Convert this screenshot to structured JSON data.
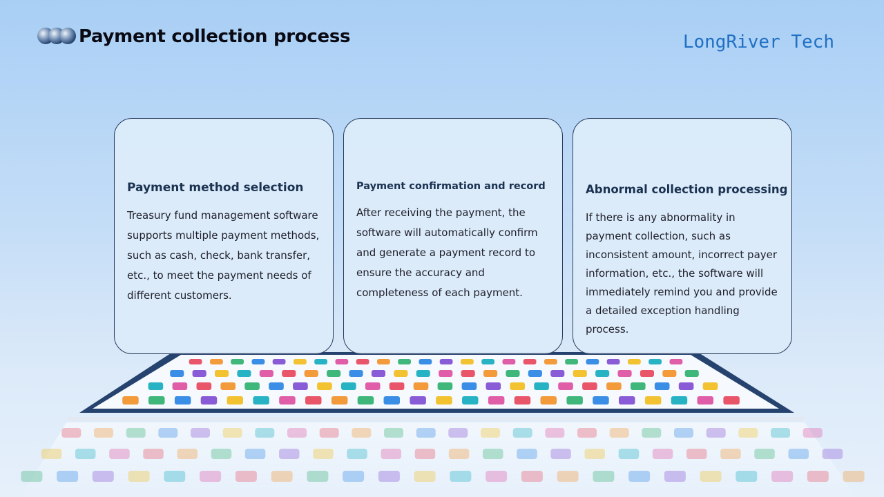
{
  "header": {
    "title": "Payment collection process",
    "brand": "LongRiver Tech"
  },
  "cards": [
    {
      "title": "Payment method selection",
      "body": "Treasury fund management software supports multiple payment methods, such as cash, check, bank transfer, etc., to meet the payment needs of different customers."
    },
    {
      "title": "Payment confirmation and record",
      "body": "After receiving the payment, the software will automatically confirm and generate a payment record to ensure the accuracy and completeness of each payment."
    },
    {
      "title": "Abnormal collection processing",
      "body": "If there is any abnormality in payment collection, such as inconsistent amount, incorrect payer information, etc., the software will immediately remind you and provide a detailed exception handling process."
    }
  ],
  "colors": {
    "accent": "#1f6fc4",
    "card_border": "#253b5c",
    "card_title": "#1a3250"
  }
}
